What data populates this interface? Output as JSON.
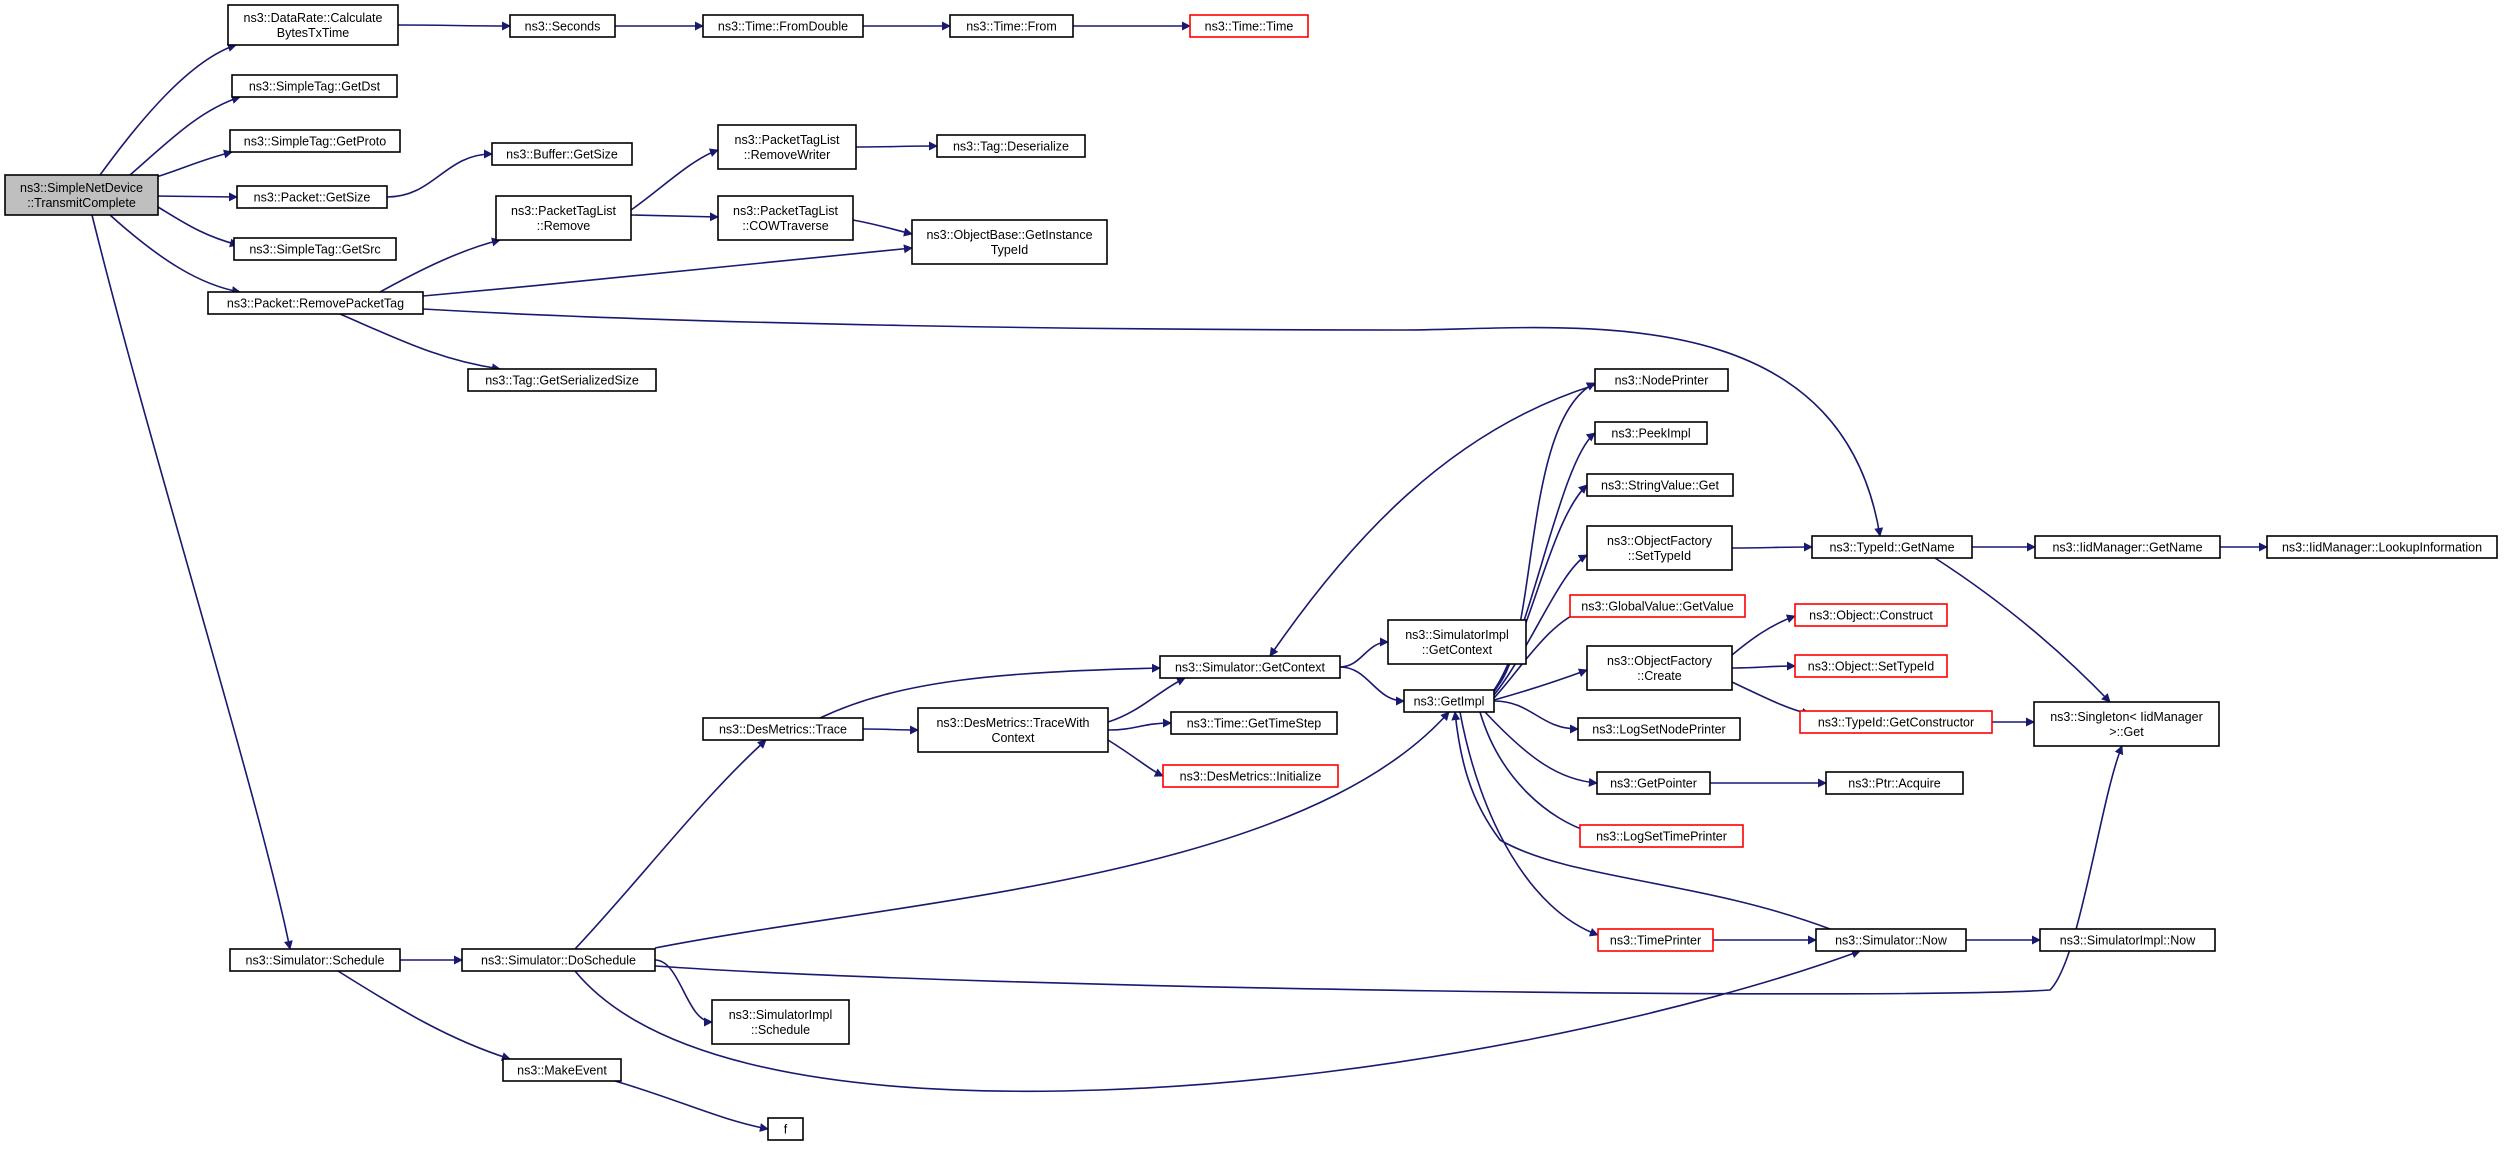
{
  "diagram": {
    "colors": {
      "edge": "#191970",
      "node_border": "#000000",
      "truncated_node_border": "#ff0000",
      "root_fill": "#bfbfbf",
      "node_fill": "#ffffff"
    },
    "nodes": [
      {
        "id": "root",
        "lines": [
          "ns3::SimpleNetDevice",
          "::TransmitComplete"
        ],
        "style": "root"
      },
      {
        "id": "datarate",
        "lines": [
          "ns3::DataRate::Calculate",
          "BytesTxTime"
        ],
        "style": "normal"
      },
      {
        "id": "seconds",
        "lines": [
          "ns3::Seconds"
        ],
        "style": "normal"
      },
      {
        "id": "fromdouble",
        "lines": [
          "ns3::Time::FromDouble"
        ],
        "style": "normal"
      },
      {
        "id": "timefrom",
        "lines": [
          "ns3::Time::From"
        ],
        "style": "normal"
      },
      {
        "id": "timetime",
        "lines": [
          "ns3::Time::Time"
        ],
        "style": "truncated"
      },
      {
        "id": "getdst",
        "lines": [
          "ns3::SimpleTag::GetDst"
        ],
        "style": "normal"
      },
      {
        "id": "getproto",
        "lines": [
          "ns3::SimpleTag::GetProto"
        ],
        "style": "normal"
      },
      {
        "id": "bufsize",
        "lines": [
          "ns3::Buffer::GetSize"
        ],
        "style": "normal"
      },
      {
        "id": "removewriter",
        "lines": [
          "ns3::PacketTagList",
          "::RemoveWriter"
        ],
        "style": "normal"
      },
      {
        "id": "deserialize",
        "lines": [
          "ns3::Tag::Deserialize"
        ],
        "style": "normal"
      },
      {
        "id": "pktsize",
        "lines": [
          "ns3::Packet::GetSize"
        ],
        "style": "normal"
      },
      {
        "id": "ptlremove",
        "lines": [
          "ns3::PacketTagList",
          "::Remove"
        ],
        "style": "normal"
      },
      {
        "id": "cow",
        "lines": [
          "ns3::PacketTagList",
          "::COWTraverse"
        ],
        "style": "normal"
      },
      {
        "id": "instance",
        "lines": [
          "ns3::ObjectBase::GetInstance",
          "TypeId"
        ],
        "style": "normal"
      },
      {
        "id": "getsrc",
        "lines": [
          "ns3::SimpleTag::GetSrc"
        ],
        "style": "normal"
      },
      {
        "id": "removetag",
        "lines": [
          "ns3::Packet::RemovePacketTag"
        ],
        "style": "normal"
      },
      {
        "id": "serialsize",
        "lines": [
          "ns3::Tag::GetSerializedSize"
        ],
        "style": "normal"
      },
      {
        "id": "nodeprinter",
        "lines": [
          "ns3::NodePrinter"
        ],
        "style": "normal"
      },
      {
        "id": "peekimpl",
        "lines": [
          "ns3::PeekImpl"
        ],
        "style": "normal"
      },
      {
        "id": "strget",
        "lines": [
          "ns3::StringValue::Get"
        ],
        "style": "normal"
      },
      {
        "id": "settypeid",
        "lines": [
          "ns3::ObjectFactory",
          "::SetTypeId"
        ],
        "style": "normal"
      },
      {
        "id": "typeidname",
        "lines": [
          "ns3::TypeId::GetName"
        ],
        "style": "normal"
      },
      {
        "id": "iidname",
        "lines": [
          "ns3::IidManager::GetName"
        ],
        "style": "normal"
      },
      {
        "id": "lookup",
        "lines": [
          "ns3::IidManager::LookupInformation"
        ],
        "style": "normal"
      },
      {
        "id": "gvget",
        "lines": [
          "ns3::GlobalValue::GetValue"
        ],
        "style": "truncated"
      },
      {
        "id": "construct",
        "lines": [
          "ns3::Object::Construct"
        ],
        "style": "truncated"
      },
      {
        "id": "simctx",
        "lines": [
          "ns3::Simulator::GetContext"
        ],
        "style": "normal"
      },
      {
        "id": "simimplctx",
        "lines": [
          "ns3::SimulatorImpl",
          "::GetContext"
        ],
        "style": "normal"
      },
      {
        "id": "ofcreate",
        "lines": [
          "ns3::ObjectFactory",
          "::Create"
        ],
        "style": "normal"
      },
      {
        "id": "objsettype",
        "lines": [
          "ns3::Object::SetTypeId"
        ],
        "style": "truncated"
      },
      {
        "id": "getimpl",
        "lines": [
          "ns3::GetImpl"
        ],
        "style": "normal"
      },
      {
        "id": "trace",
        "lines": [
          "ns3::DesMetrics::Trace"
        ],
        "style": "normal"
      },
      {
        "id": "tracectx",
        "lines": [
          "ns3::DesMetrics::TraceWith",
          "Context"
        ],
        "style": "normal"
      },
      {
        "id": "gettimestep",
        "lines": [
          "ns3::Time::GetTimeStep"
        ],
        "style": "normal"
      },
      {
        "id": "getctor",
        "lines": [
          "ns3::TypeId::GetConstructor"
        ],
        "style": "truncated"
      },
      {
        "id": "singleton",
        "lines": [
          "ns3::Singleton< IidManager",
          " >::Get"
        ],
        "style": "normal"
      },
      {
        "id": "lognode",
        "lines": [
          "ns3::LogSetNodePrinter"
        ],
        "style": "normal"
      },
      {
        "id": "dminit",
        "lines": [
          "ns3::DesMetrics::Initialize"
        ],
        "style": "truncated"
      },
      {
        "id": "getpointer",
        "lines": [
          "ns3::GetPointer"
        ],
        "style": "normal"
      },
      {
        "id": "ptracquire",
        "lines": [
          "ns3::Ptr::Acquire"
        ],
        "style": "normal"
      },
      {
        "id": "logtime",
        "lines": [
          "ns3::LogSetTimePrinter"
        ],
        "style": "truncated"
      },
      {
        "id": "timeprinter",
        "lines": [
          "ns3::TimePrinter"
        ],
        "style": "truncated"
      },
      {
        "id": "simnow",
        "lines": [
          "ns3::Simulator::Now"
        ],
        "style": "normal"
      },
      {
        "id": "simimplnow",
        "lines": [
          "ns3::SimulatorImpl::Now"
        ],
        "style": "normal"
      },
      {
        "id": "simschedule",
        "lines": [
          "ns3::Simulator::Schedule"
        ],
        "style": "normal"
      },
      {
        "id": "doschedule",
        "lines": [
          "ns3::Simulator::DoSchedule"
        ],
        "style": "normal"
      },
      {
        "id": "implschedule",
        "lines": [
          "ns3::SimulatorImpl",
          "::Schedule"
        ],
        "style": "normal"
      },
      {
        "id": "makeevent",
        "lines": [
          "ns3::MakeEvent"
        ],
        "style": "normal"
      },
      {
        "id": "f",
        "lines": [
          "f"
        ],
        "style": "normal"
      }
    ],
    "edges": [
      [
        "root",
        "datarate"
      ],
      [
        "root",
        "getdst"
      ],
      [
        "root",
        "getproto"
      ],
      [
        "root",
        "pktsize"
      ],
      [
        "root",
        "getsrc"
      ],
      [
        "root",
        "removetag"
      ],
      [
        "root",
        "simschedule"
      ],
      [
        "datarate",
        "seconds"
      ],
      [
        "seconds",
        "fromdouble"
      ],
      [
        "fromdouble",
        "timefrom"
      ],
      [
        "timefrom",
        "timetime"
      ],
      [
        "pktsize",
        "bufsize"
      ],
      [
        "removetag",
        "ptlremove"
      ],
      [
        "removetag",
        "instance"
      ],
      [
        "removetag",
        "serialsize"
      ],
      [
        "removetag",
        "typeidname"
      ],
      [
        "ptlremove",
        "removewriter"
      ],
      [
        "ptlremove",
        "cow"
      ],
      [
        "removewriter",
        "deserialize"
      ],
      [
        "cow",
        "instance"
      ],
      [
        "simschedule",
        "doschedule"
      ],
      [
        "simschedule",
        "makeevent"
      ],
      [
        "makeevent",
        "f"
      ],
      [
        "doschedule",
        "trace"
      ],
      [
        "doschedule",
        "getimpl"
      ],
      [
        "doschedule",
        "implschedule"
      ],
      [
        "doschedule",
        "simnow"
      ],
      [
        "doschedule",
        "singleton"
      ],
      [
        "trace",
        "simctx"
      ],
      [
        "trace",
        "tracectx"
      ],
      [
        "tracectx",
        "simctx"
      ],
      [
        "tracectx",
        "gettimestep"
      ],
      [
        "tracectx",
        "dminit"
      ],
      [
        "simctx",
        "simimplctx"
      ],
      [
        "simctx",
        "getimpl"
      ],
      [
        "getimpl",
        "nodeprinter"
      ],
      [
        "getimpl",
        "peekimpl"
      ],
      [
        "getimpl",
        "strget"
      ],
      [
        "getimpl",
        "settypeid"
      ],
      [
        "getimpl",
        "gvget"
      ],
      [
        "getimpl",
        "ofcreate"
      ],
      [
        "getimpl",
        "lognode"
      ],
      [
        "getimpl",
        "getpointer"
      ],
      [
        "getimpl",
        "logtime"
      ],
      [
        "getimpl",
        "timeprinter"
      ],
      [
        "nodeprinter",
        "simctx"
      ],
      [
        "settypeid",
        "typeidname"
      ],
      [
        "typeidname",
        "iidname"
      ],
      [
        "typeidname",
        "singleton"
      ],
      [
        "iidname",
        "lookup"
      ],
      [
        "ofcreate",
        "construct"
      ],
      [
        "ofcreate",
        "objsettype"
      ],
      [
        "ofcreate",
        "getctor"
      ],
      [
        "getctor",
        "singleton"
      ],
      [
        "getpointer",
        "ptracquire"
      ],
      [
        "timeprinter",
        "simnow"
      ],
      [
        "simnow",
        "getimpl"
      ],
      [
        "simnow",
        "simimplnow"
      ]
    ]
  }
}
